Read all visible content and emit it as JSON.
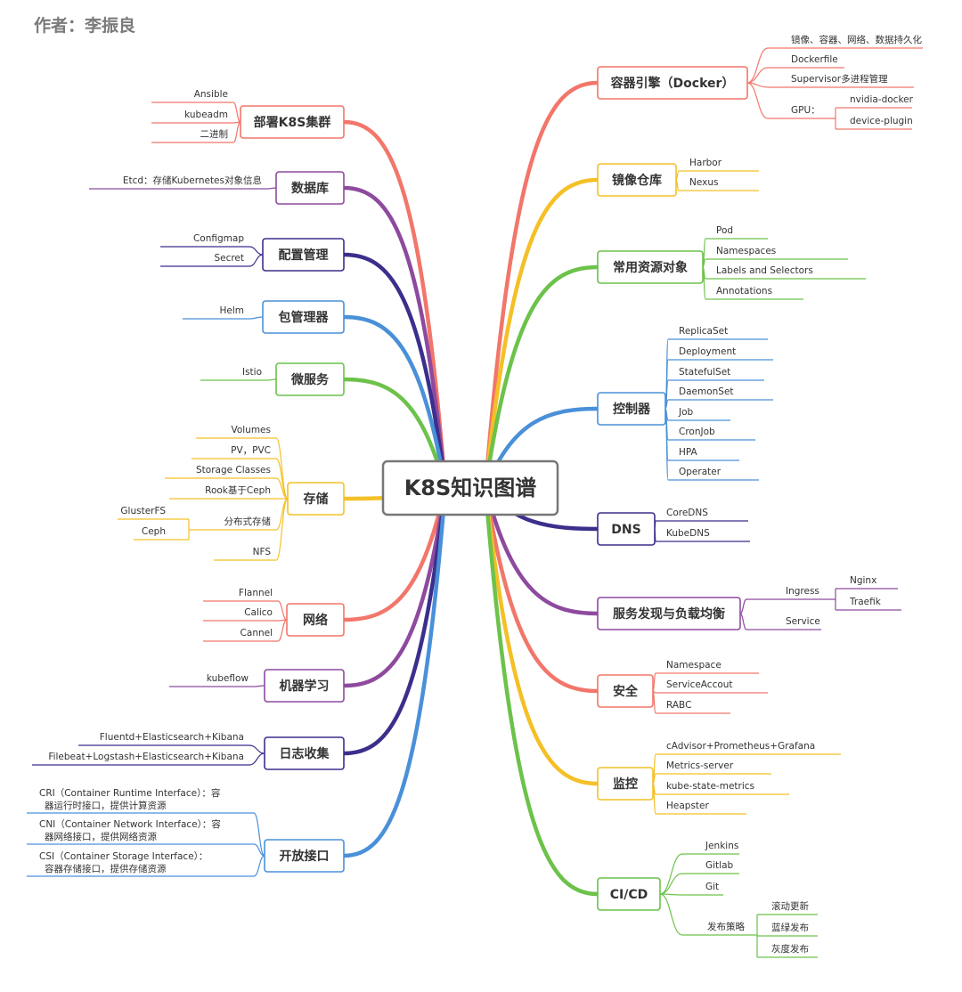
{
  "author": "作者：李振良",
  "center": "K8S知识图谱",
  "colors": {
    "orange": "#f4c026",
    "salmon": "#f2766a",
    "green": "#6cc24a",
    "blue": "#4a90d9",
    "purple": "#8e4a9e",
    "navy": "#3b2f8c",
    "node_border": "#888888",
    "text": "#333333"
  },
  "left_branches": [
    {
      "label": "部署K8S集群",
      "color": "salmon",
      "children": [
        {
          "label": "Ansible"
        },
        {
          "label": "kubeadm"
        },
        {
          "label": "二进制"
        }
      ]
    },
    {
      "label": "数据库",
      "color": "purple",
      "children": [
        {
          "label": "Etcd：存储Kubernetes对象信息"
        }
      ]
    },
    {
      "label": "配置管理",
      "color": "navy",
      "children": [
        {
          "label": "Configmap"
        },
        {
          "label": "Secret"
        }
      ]
    },
    {
      "label": "包管理器",
      "color": "blue",
      "children": [
        {
          "label": "Helm"
        }
      ]
    },
    {
      "label": "微服务",
      "color": "green",
      "children": [
        {
          "label": "Istio"
        }
      ]
    },
    {
      "label": "存储",
      "color": "orange",
      "children": [
        {
          "label": "Volumes"
        },
        {
          "label": "PV，PVC"
        },
        {
          "label": "Storage Classes"
        },
        {
          "label": "Rook基于Ceph"
        },
        {
          "label": "分布式存储",
          "children": [
            {
              "label": "GlusterFS"
            },
            {
              "label": "Ceph"
            }
          ]
        },
        {
          "label": "NFS"
        }
      ]
    },
    {
      "label": "网络",
      "color": "salmon",
      "children": [
        {
          "label": "Flannel"
        },
        {
          "label": "Calico"
        },
        {
          "label": "Cannel"
        }
      ]
    },
    {
      "label": "机器学习",
      "color": "purple",
      "children": [
        {
          "label": "kubeflow"
        }
      ]
    },
    {
      "label": "日志收集",
      "color": "navy",
      "children": [
        {
          "label": "Fluentd+Elasticsearch+Kibana"
        },
        {
          "label": "Filebeat+Logstash+Elasticsearch+Kibana"
        }
      ]
    },
    {
      "label": "开放接口",
      "color": "blue",
      "children": [
        {
          "label": "CRI（Container Runtime Interface）：容",
          "label2": "器运行时接口，提供计算资源"
        },
        {
          "label": "CNI（Container Network Interface）：容",
          "label2": "器网络接口，提供网络资源"
        },
        {
          "label": "CSI（Container Storage Interface）：",
          "label2": "容器存储接口，提供存储资源"
        }
      ]
    }
  ],
  "right_branches": [
    {
      "label": "容器引擎（Docker）",
      "color": "salmon",
      "children": [
        {
          "label": "镜像、容器、网络、数据持久化"
        },
        {
          "label": "Dockerfile"
        },
        {
          "label": "Supervisor多进程管理"
        },
        {
          "label": "GPU：",
          "children": [
            {
              "label": "nvidia-docker"
            },
            {
              "label": "device-plugin"
            }
          ]
        }
      ]
    },
    {
      "label": "镜像仓库",
      "color": "orange",
      "children": [
        {
          "label": "Harbor"
        },
        {
          "label": "Nexus"
        }
      ]
    },
    {
      "label": "常用资源对象",
      "color": "green",
      "children": [
        {
          "label": "Pod"
        },
        {
          "label": "Namespaces"
        },
        {
          "label": "Labels and Selectors"
        },
        {
          "label": "Annotations"
        }
      ]
    },
    {
      "label": "控制器",
      "color": "blue",
      "children": [
        {
          "label": "ReplicaSet"
        },
        {
          "label": "Deployment"
        },
        {
          "label": "StatefulSet"
        },
        {
          "label": "DaemonSet"
        },
        {
          "label": "Job"
        },
        {
          "label": "CronJob"
        },
        {
          "label": "HPA"
        },
        {
          "label": "Operater"
        }
      ]
    },
    {
      "label": "DNS",
      "color": "navy",
      "children": [
        {
          "label": "CoreDNS"
        },
        {
          "label": "KubeDNS"
        }
      ]
    },
    {
      "label": "服务发现与负载均衡",
      "color": "purple",
      "children": [
        {
          "label": "Ingress",
          "children": [
            {
              "label": "Nginx"
            },
            {
              "label": "Traefik"
            }
          ]
        },
        {
          "label": "Service"
        }
      ]
    },
    {
      "label": "安全",
      "color": "salmon",
      "children": [
        {
          "label": "Namespace"
        },
        {
          "label": "ServiceAccout"
        },
        {
          "label": "RABC"
        }
      ]
    },
    {
      "label": "监控",
      "color": "orange",
      "children": [
        {
          "label": "cAdvisor+Prometheus+Grafana"
        },
        {
          "label": "Metrics-server"
        },
        {
          "label": "kube-state-metrics"
        },
        {
          "label": "Heapster"
        }
      ]
    },
    {
      "label": "CI/CD",
      "color": "green",
      "children": [
        {
          "label": "Jenkins"
        },
        {
          "label": "Gitlab"
        },
        {
          "label": "Git"
        },
        {
          "label": "发布策略",
          "children": [
            {
              "label": "滚动更新"
            },
            {
              "label": "蓝绿发布"
            },
            {
              "label": "灰度发布"
            }
          ]
        }
      ]
    }
  ]
}
